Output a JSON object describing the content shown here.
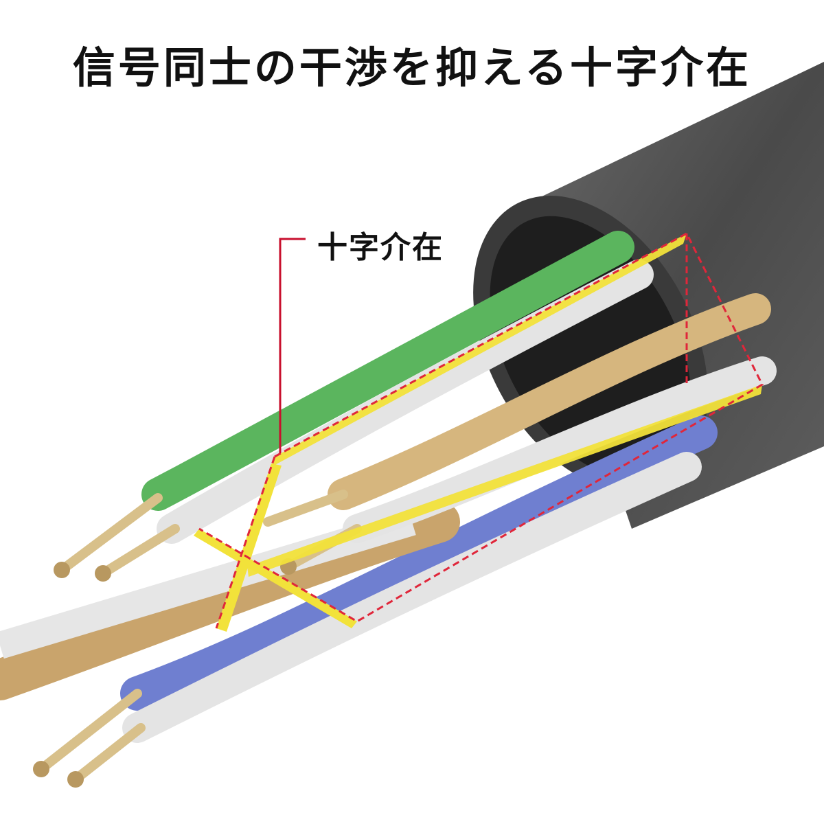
{
  "headline": "信号同士の干渉を抑える十字介在",
  "callout": {
    "label": "十字介在"
  },
  "colors": {
    "jacket": "#555555",
    "green_pair": "#5bb55e",
    "orange_pair": "#d6b67e",
    "blue_pair": "#6f7fd0",
    "white_strand": "#e4e4e4",
    "copper": "#d8c08a",
    "separator_fill": "#f2e23a",
    "dashed_outline": "#e0263a",
    "leader_line": "#c8102e"
  },
  "icons": [
    "cable-photo",
    "cross-separator-diagram"
  ]
}
